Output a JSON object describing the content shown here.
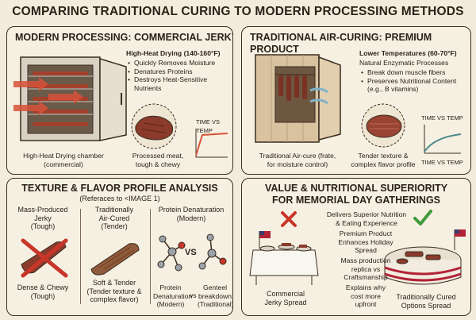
{
  "title": "COMPARING TRADITIONAL CURING TO MODERN PROCESSING METHODS",
  "modern": {
    "heading": "MODERN PROCESSING: COMMERCIAL JERKY",
    "callout": "High-Heat Drying (140-160°F)",
    "bullets": [
      "Quickly Removes Moisture",
      "Denatures Proteins",
      "Destroys Heat-Sensitive Nutrients"
    ],
    "chamber_caption": [
      "High-Heat Drying chamber",
      "(commercial)"
    ],
    "meat_caption": [
      "Processed meat,",
      "tough & chewy"
    ],
    "graph_label": "TIME VS TEMP"
  },
  "traditional": {
    "heading": "TRADITIONAL AIR-CURING: PREMIUM PRODUCT",
    "callout": "Lower Temperatures (60-70°F)",
    "subcallout": "Natural Enzymatic Processes",
    "bullets": [
      "Break down muscle fibers",
      "Preserves Nutritional Content (e.g., B vitamins)"
    ],
    "cabinet_caption": [
      "Traditional Air-cure (frate,",
      "for moisture control)"
    ],
    "meat_caption": [
      "Tender texture &",
      "complex flavor profile"
    ],
    "graph_label_top": "TIME VS TEMP",
    "graph_label_bottom": "TIME VS TEMP"
  },
  "texture": {
    "heading": "TEXTURE & FLAVOR PROFILE ANALYSIS",
    "subheading": "(Referaces to <IMAGE 1)",
    "col1_title": [
      "Mass-Produced",
      "Jerky",
      "(Tough)"
    ],
    "col1_caption": [
      "Dense & Chewy",
      "(Tough)"
    ],
    "col2_title": [
      "Traditionally",
      "Air-Cured",
      "(Tender)"
    ],
    "col2_caption": [
      "Soft & Tender",
      "(Tender texture &",
      "complex flavor)"
    ],
    "col3_title": [
      "Protein Denaturation",
      "(Modern)"
    ],
    "vs": "VS",
    "col3_caption_left": [
      "Protein",
      "Denaturation",
      "(Modern)"
    ],
    "col3_caption_vs": "vs",
    "col3_caption_right": [
      "Genteel",
      "breakdown",
      "(Traditional)"
    ]
  },
  "value": {
    "heading": [
      "VALUE & NUTRITIONAL SUPERIORITY",
      "FOR MEMORIAL DAY GATHERINGS"
    ],
    "callouts": [
      [
        "Delivers Superior Nutrition",
        "& Eating Experience"
      ],
      [
        "Premium Product",
        "Enhances Holiday",
        "Spread"
      ],
      [
        "Mass production",
        "replica vs",
        "Craftsmanship"
      ],
      [
        "Explains why",
        "cost more",
        "upfront"
      ]
    ],
    "left_caption": [
      "Commercial",
      "Jerky Spread"
    ],
    "right_caption": [
      "Traditionally Cured",
      "Options Spread"
    ]
  },
  "colors": {
    "background": "#f3ecdc",
    "ink": "#2b2118",
    "heat_red": "#d8523a",
    "cool_blue": "#7fb3c9",
    "meat": "#8a3b2c",
    "check_green": "#3e9a3a",
    "cross_red": "#c8362a"
  }
}
